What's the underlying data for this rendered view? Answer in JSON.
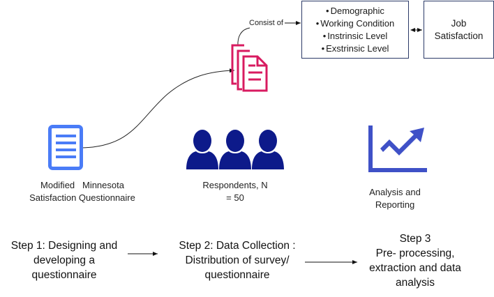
{
  "factors_box": {
    "items": [
      "Demographic",
      "Working Condition",
      "Instrinsic Level",
      "Exstrinsic Level"
    ]
  },
  "job_box": {
    "line1": "Job",
    "line2": "Satisfaction"
  },
  "connector_label": "Consist of",
  "icons": {
    "questionnaire": {
      "name": "document-icon",
      "color": "#4a7cf7"
    },
    "documents": {
      "name": "documents-stack-icon",
      "color": "#d81b60"
    },
    "respondents": {
      "name": "users-group-icon",
      "color": "#0d1a8a"
    },
    "analysis": {
      "name": "trending-up-chart-icon",
      "color": "#3f51c7"
    }
  },
  "captions": {
    "questionnaire_line1": "Modified   Minnesota",
    "questionnaire_line2": "Satisfaction Questionnaire",
    "respondents_line1": "Respondents, N",
    "respondents_line2": "= 50",
    "analysis_line1": "Analysis and",
    "analysis_line2": "Reporting"
  },
  "steps": [
    {
      "lines": [
        "Step 1: Designing and",
        "developing a",
        "questionnaire"
      ]
    },
    {
      "lines": [
        "Step 2: Data Collection :",
        "Distribution of survey/",
        "questionnaire"
      ]
    },
    {
      "lines": [
        "Step 3",
        "Pre- processing,",
        "extraction and data",
        "analysis"
      ]
    }
  ]
}
